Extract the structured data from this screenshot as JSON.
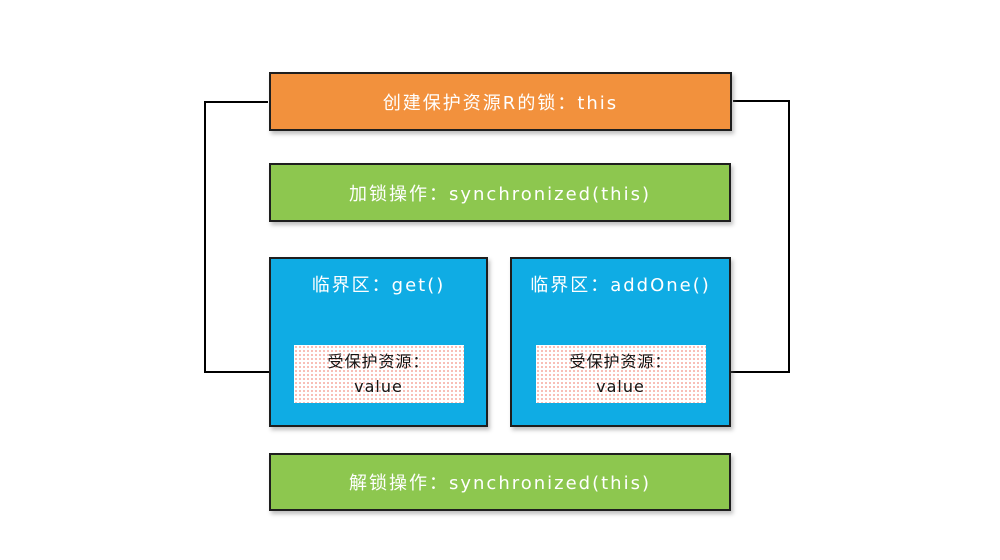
{
  "diagram": {
    "top_box": {
      "label": "创建保护资源R的锁：this"
    },
    "lock_box": {
      "label": "加锁操作：synchronized(this)"
    },
    "critical_sections": [
      {
        "title": "临界区：get()",
        "resource_line1": "受保护资源：",
        "resource_line2": "value"
      },
      {
        "title": "临界区：addOne()",
        "resource_line1": "受保护资源：",
        "resource_line2": "value"
      }
    ],
    "unlock_box": {
      "label": "解锁操作：synchronized(this)"
    },
    "colors": {
      "orange": "#F2913D",
      "green": "#8DC74F",
      "blue": "#0FACE4",
      "border": "#1E1E1E",
      "arrow": "#000000",
      "resource_dot": "#F38C7D",
      "text_light": "#FFFFFF",
      "text_dark": "#141414"
    }
  }
}
